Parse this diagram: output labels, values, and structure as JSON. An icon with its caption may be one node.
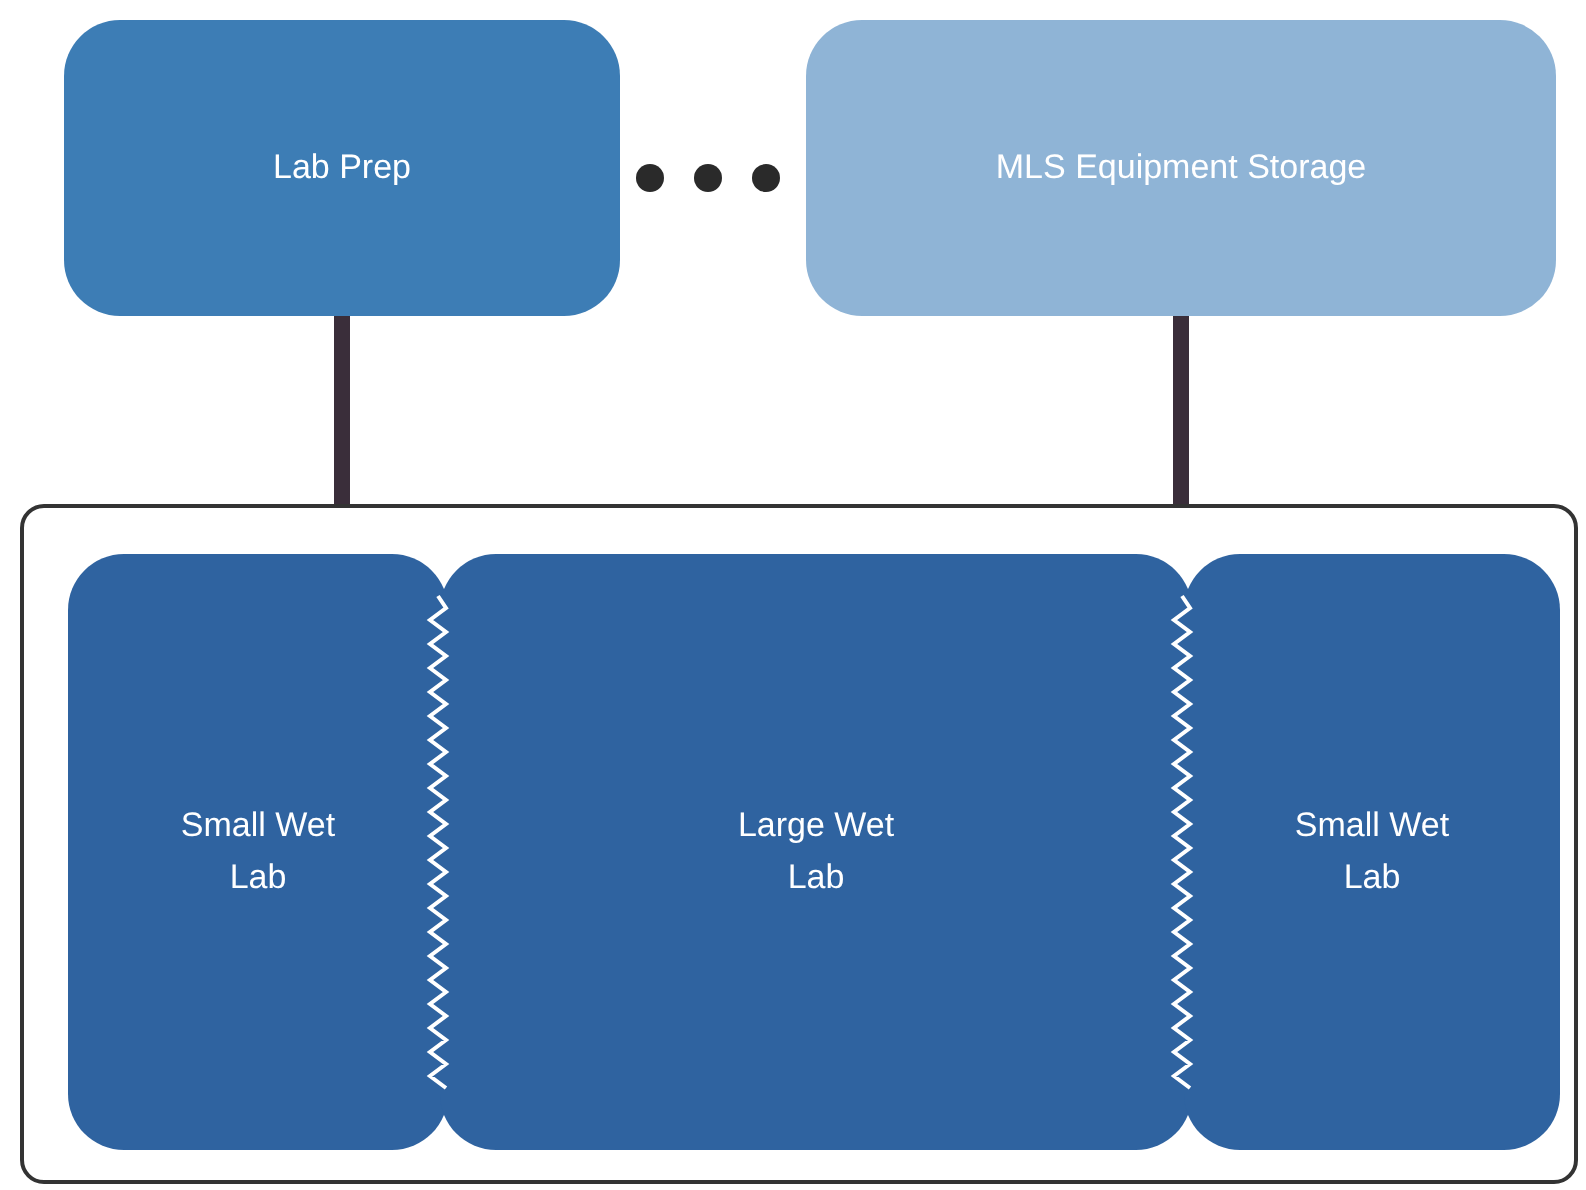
{
  "diagram": {
    "nodes": [
      {
        "text": [
          "Lab Prep"
        ]
      },
      {
        "text": [
          "MLS Equipment Storage"
        ]
      },
      {
        "text": [],
        "shape": "box"
      },
      {
        "text": [
          "Small Wet Lab"
        ],
        "in": 2
      },
      {
        "text": [
          "Large Wet Lab"
        ],
        "in": 2
      },
      {
        "text": [
          "Small Wet Lab"
        ],
        "in": 2
      }
    ],
    "edges": [
      {
        "from": 0,
        "to": 2,
        "arrow": "none"
      },
      {
        "from": 1,
        "to": 2,
        "arrow": "none"
      }
    ]
  }
}
